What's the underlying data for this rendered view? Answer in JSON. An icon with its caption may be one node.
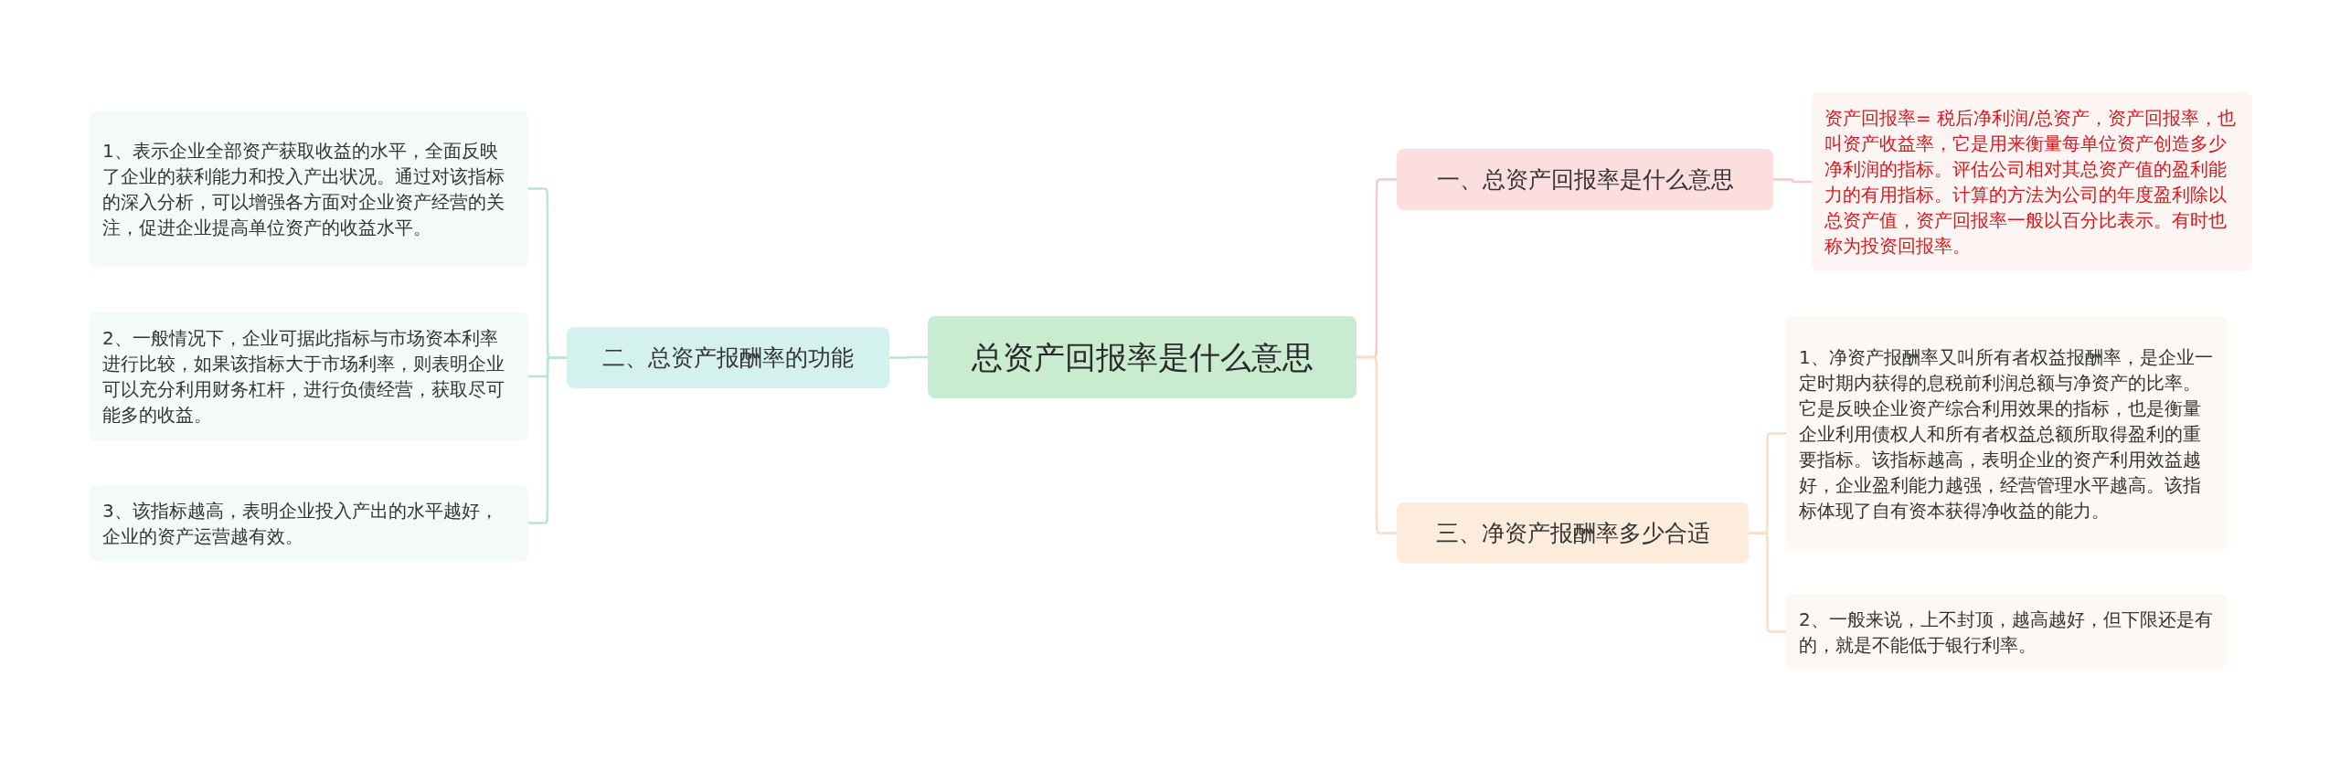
{
  "diagram": {
    "nodes": [
      {
        "text": [
          "总资产回报率是什么意思"
        ]
      },
      {
        "text": [
          "二、总资产报酬率的功能"
        ]
      },
      {
        "text": [
          "1、表示企业全部资产获取收益的水平，全面反映了企业的获利能力和投入产出状况。通过对该指标的深入分析，可以增强各方面对企业资产经营的关注，促进企业提高单位资产的收益水平。"
        ]
      },
      {
        "text": [
          "2、一般情况下，企业可据此指标与市场资本利率进行比较，如果该指标大于市场利率，则表明企业可以充分利用财务杠杆，进行负债经营，获取尽可能多的收益。"
        ]
      },
      {
        "text": [
          "3、该指标越高，表明企业投入产出的水平越好，企业的资产运营越有效。"
        ]
      },
      {
        "text": [
          "一、总资产回报率是什么意思"
        ]
      },
      {
        "text": [
          "资产回报率= 税后净利润/总资产，资产回报率，也叫资产收益率，它是用来衡量每单位资产创造多少净利润的指标。评估公司相对其总资产值的盈利能力的有用指标。计算的方法为公司的年度盈利除以总资产值，资产回报率一般以百分比表示。有时也称为投资回报率。"
        ]
      },
      {
        "text": [
          "三、净资产报酬率多少合适"
        ]
      },
      {
        "text": [
          "1、净资产报酬率又叫所有者权益报酬率，是企业一定时期内获得的息税前利润总额与净资产的比率。它是反映企业资产综合利用效果的指标，也是衡量企业利用债权人和所有者权益总额所取得盈利的重要指标。该指标越高，表明企业的资产利用效益越好，企业盈利能力越强，经营管理水平越高。该指标体现了自有资本获得净收益的能力。"
        ]
      },
      {
        "text": [
          "2、一般来说，上不封顶，越高越好，但下限还是有的，就是不能低于银行利率。"
        ]
      }
    ],
    "edges": [
      {
        "from": 0,
        "to": 1,
        "arrow": "none"
      },
      {
        "from": 1,
        "to": 2,
        "arrow": "none"
      },
      {
        "from": 1,
        "to": 3,
        "arrow": "none"
      },
      {
        "from": 1,
        "to": 4,
        "arrow": "none"
      },
      {
        "from": 0,
        "to": 5,
        "arrow": "none",
        "color": "#f6c9c9"
      },
      {
        "from": 5,
        "to": 6,
        "arrow": "none",
        "color": "#f6c9c9"
      },
      {
        "from": 0,
        "to": 7,
        "arrow": "none",
        "color": "#f8dfc4"
      },
      {
        "from": 7,
        "to": 8,
        "arrow": "none",
        "color": "#f8dfc4"
      },
      {
        "from": 7,
        "to": 9,
        "arrow": "none",
        "color": "#f8dfc4"
      }
    ]
  }
}
